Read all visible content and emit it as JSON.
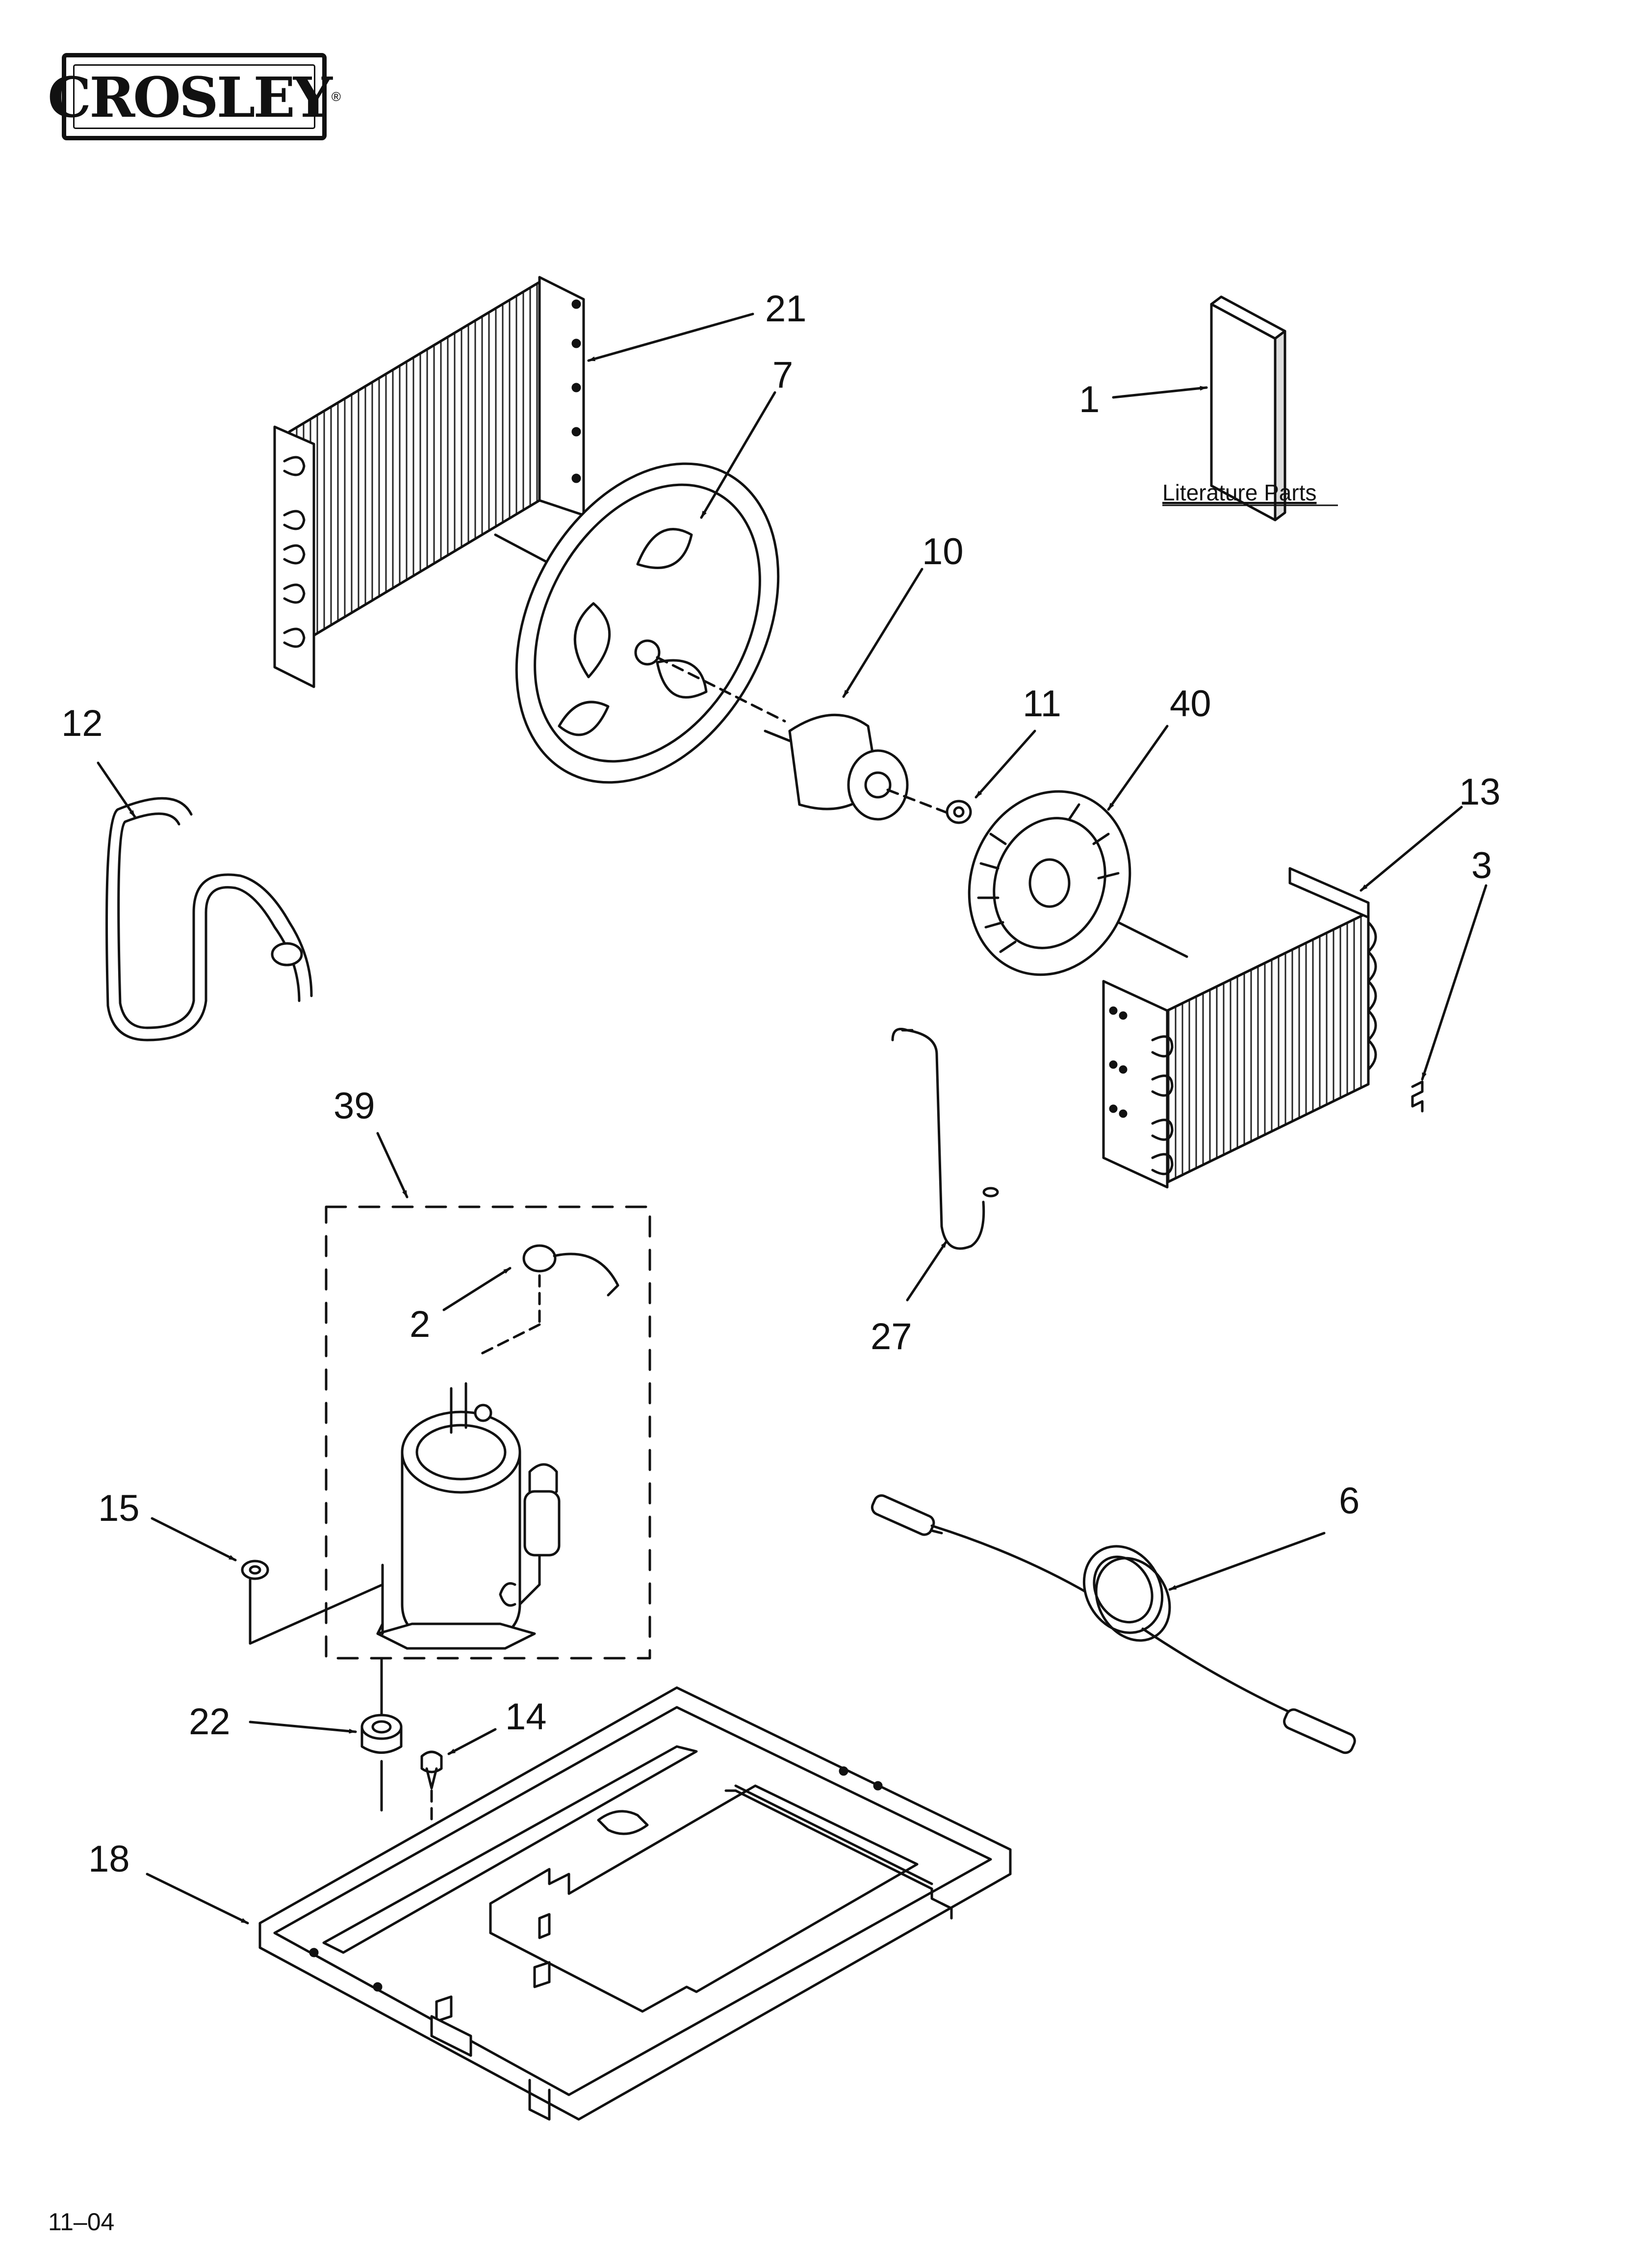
{
  "brand": {
    "name": "CROSLEY",
    "reg_mark": "®"
  },
  "literature_caption": "Literature Parts",
  "footer_code": "11–04",
  "callouts": [
    {
      "id": "c21",
      "label": "21",
      "part": "condenser-coil"
    },
    {
      "id": "c7",
      "label": "7",
      "part": "fan-shroud"
    },
    {
      "id": "c1",
      "label": "1",
      "part": "literature"
    },
    {
      "id": "c10",
      "label": "10",
      "part": "fan-motor"
    },
    {
      "id": "c11",
      "label": "11",
      "part": "nut"
    },
    {
      "id": "c40",
      "label": "40",
      "part": "blower-wheel"
    },
    {
      "id": "c12",
      "label": "12",
      "part": "suction-tube"
    },
    {
      "id": "c13",
      "label": "13",
      "part": "evaporator-coil"
    },
    {
      "id": "c3",
      "label": "3",
      "part": "clip"
    },
    {
      "id": "c39",
      "label": "39",
      "part": "compressor-kit"
    },
    {
      "id": "c2",
      "label": "2",
      "part": "overload"
    },
    {
      "id": "c27",
      "label": "27",
      "part": "drain-tube"
    },
    {
      "id": "c15",
      "label": "15",
      "part": "washer"
    },
    {
      "id": "c6",
      "label": "6",
      "part": "capillary-tube"
    },
    {
      "id": "c22",
      "label": "22",
      "part": "grommet"
    },
    {
      "id": "c14",
      "label": "14",
      "part": "screw"
    },
    {
      "id": "c18",
      "label": "18",
      "part": "base-pan"
    }
  ]
}
